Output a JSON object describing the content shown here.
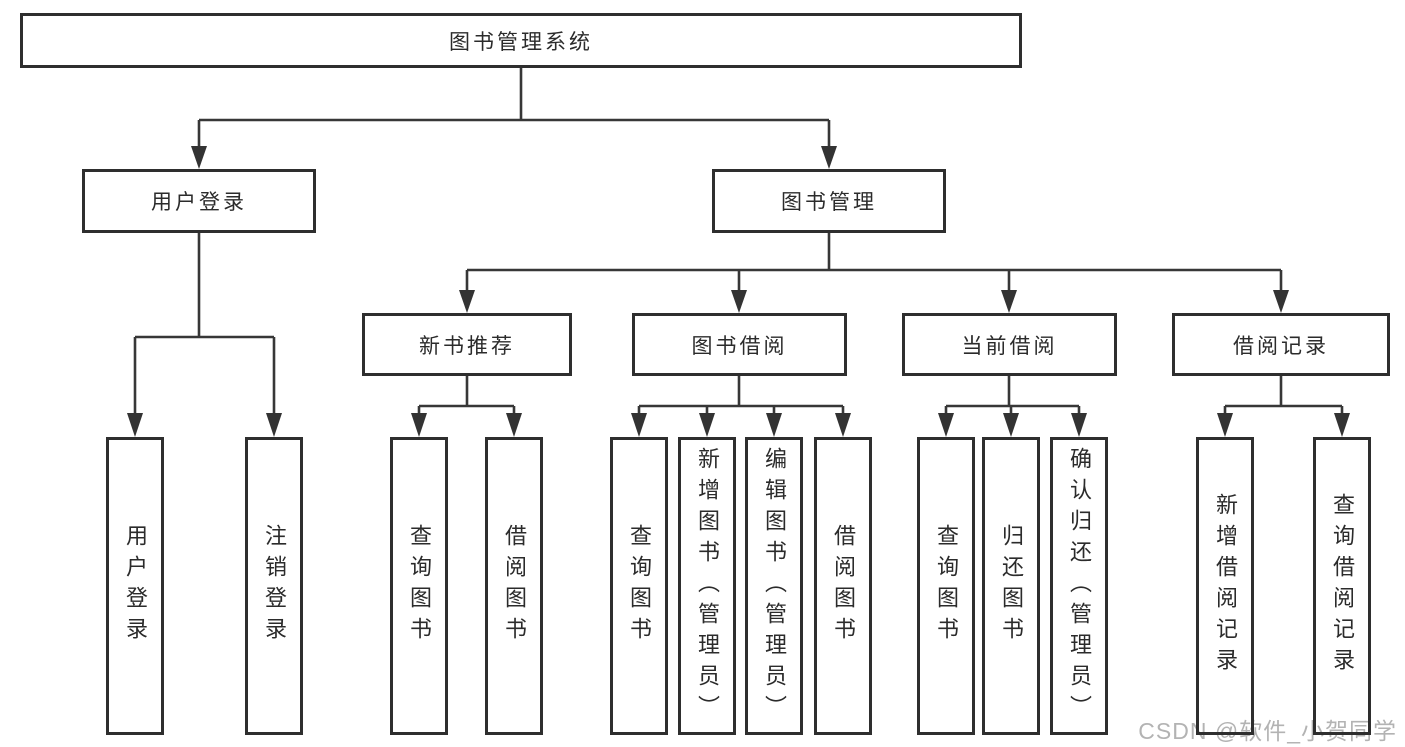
{
  "diagram_title": "图书管理系统",
  "tree": {
    "root": {
      "label": "图书管理系统"
    },
    "branches": [
      {
        "label": "用户登录",
        "children": [
          {
            "label": "用户登录"
          },
          {
            "label": "注销登录"
          }
        ]
      },
      {
        "label": "图书管理",
        "children": [
          {
            "label": "新书推荐",
            "children": [
              {
                "label": "查询图书"
              },
              {
                "label": "借阅图书"
              }
            ]
          },
          {
            "label": "图书借阅",
            "children": [
              {
                "label": "查询图书"
              },
              {
                "label": "新增图书（管理员）"
              },
              {
                "label": "编辑图书（管理员）"
              },
              {
                "label": "借阅图书"
              }
            ]
          },
          {
            "label": "当前借阅",
            "children": [
              {
                "label": "查询图书"
              },
              {
                "label": "归还图书"
              },
              {
                "label": "确认归还（管理员）"
              }
            ]
          },
          {
            "label": "借阅记录",
            "children": [
              {
                "label": "新增借阅记录"
              },
              {
                "label": "查询借阅记录"
              }
            ]
          }
        ]
      }
    ]
  },
  "watermark": {
    "text": "CSDN @软件_小贺同学"
  },
  "colors": {
    "background": "#ffffff",
    "line": "#373737",
    "box_border": "#2e2e2e",
    "text": "#2b2b2b",
    "watermark": "#b3b3b3"
  }
}
